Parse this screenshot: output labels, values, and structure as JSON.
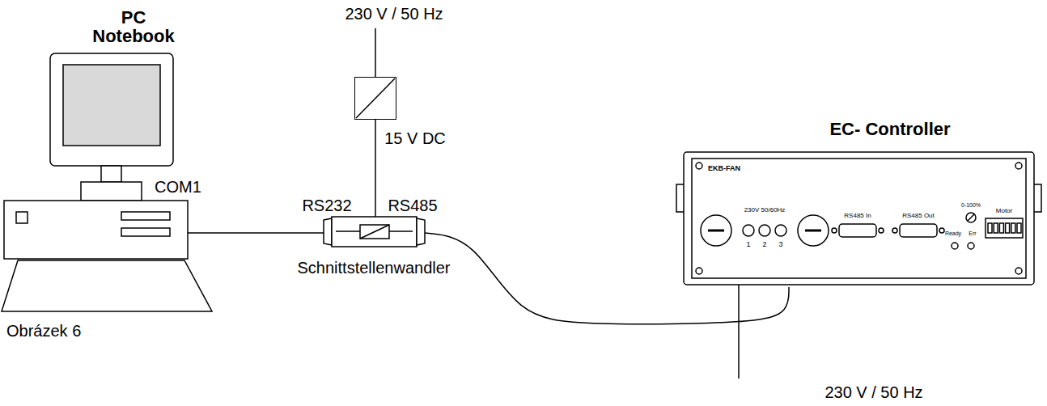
{
  "diagram": {
    "caption": "Obrázek 6",
    "nodes": [
      {
        "text": [
          "PC Notebook",
          "COM1"
        ]
      },
      {
        "text": [
          "15 V DC"
        ]
      },
      {
        "text": [
          "Schnittstellenwandler"
        ]
      },
      {
        "text": [
          "EC- Controller"
        ]
      }
    ],
    "edges": [
      {
        "from": 0,
        "to": 2,
        "arrow": "none"
      },
      {
        "from": 1,
        "to": 2,
        "arrow": "none"
      },
      {
        "from": 2,
        "to": 3,
        "arrow": "none"
      }
    ],
    "labels": [
      "230 V / 50 Hz",
      "RS232",
      "RS485",
      "230 V / 50 Hz",
      "EKB-FAN",
      "230V 50/60Hz",
      "1",
      "2",
      "3",
      "RS485 In",
      "RS485 Out",
      "Ready",
      "Err",
      "0-100%",
      "Motor"
    ]
  }
}
